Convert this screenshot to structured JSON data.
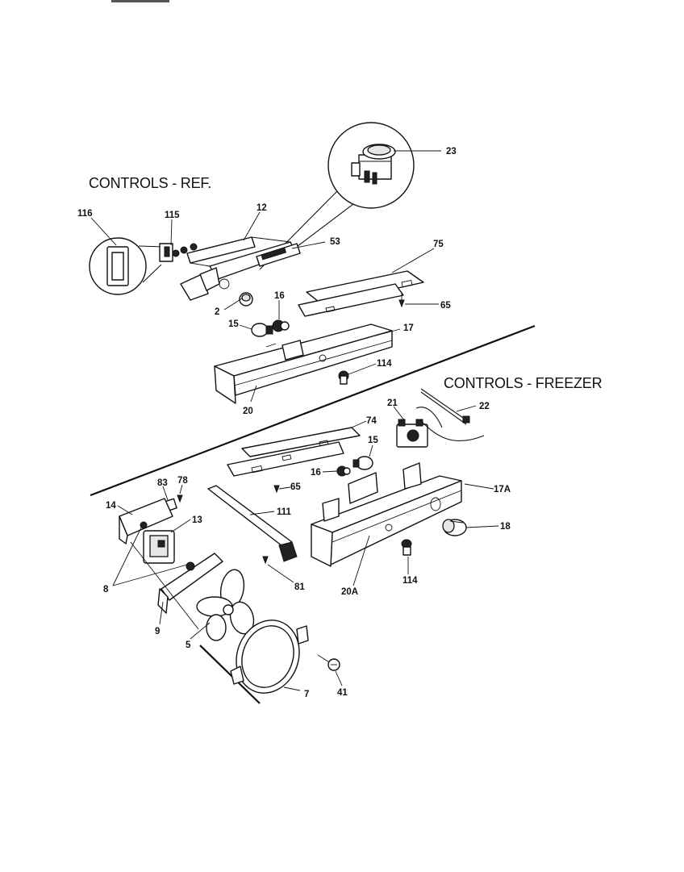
{
  "sections": {
    "refrigerator_title": "CONTROLS - REF.",
    "freezer_title": "CONTROLS - FREEZER"
  },
  "parts": {
    "p116": "116",
    "p115": "115",
    "p12": "12",
    "p53": "53",
    "p23": "23",
    "p75": "75",
    "p2": "2",
    "p16_ref": "16",
    "p65_ref": "65",
    "p15_ref": "15",
    "p17": "17",
    "p114_ref": "114",
    "p20": "20",
    "p21": "21",
    "p22": "22",
    "p74": "74",
    "p15_frz": "15",
    "p16_frz": "16",
    "p65_frz": "65",
    "p83": "83",
    "p78": "78",
    "p14": "14",
    "p13": "13",
    "p111": "111",
    "p17A": "17A",
    "p18": "18",
    "p8": "8",
    "p81": "81",
    "p20A": "20A",
    "p114_frz": "114",
    "p9": "9",
    "p5": "5",
    "p7": "7",
    "p41": "41"
  }
}
